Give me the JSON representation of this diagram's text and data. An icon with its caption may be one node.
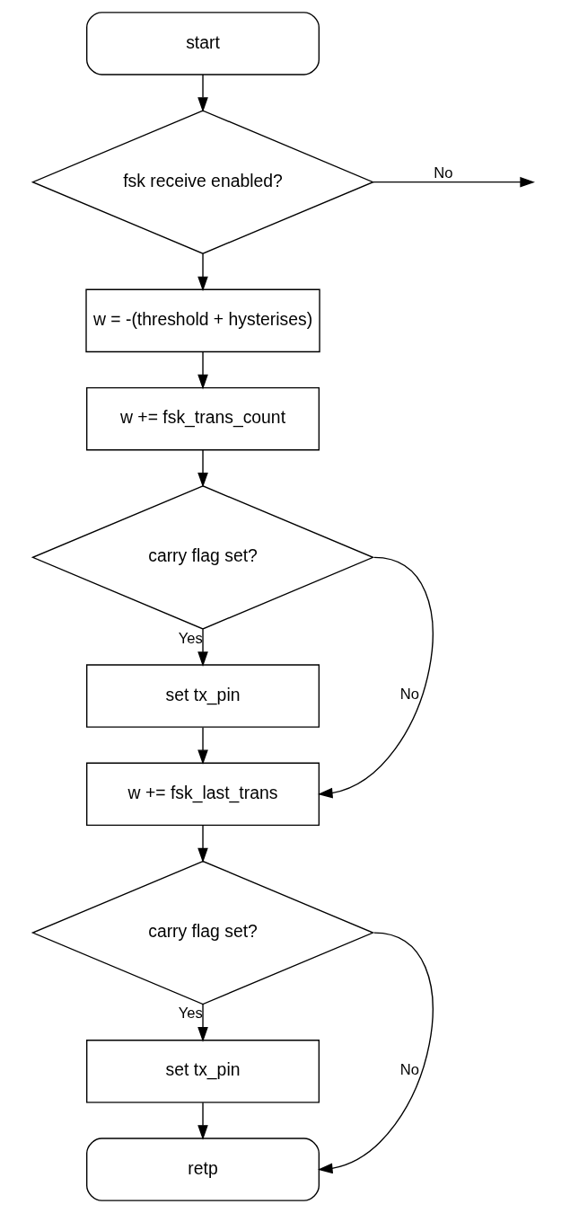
{
  "diagram": {
    "nodes": [
      {
        "text": [
          "start"
        ]
      },
      {
        "text": [
          "fsk receive enabled?"
        ]
      },
      {
        "text": [
          "w = -(threshold + hysterises)"
        ]
      },
      {
        "text": [
          "w += fsk_trans_count"
        ]
      },
      {
        "text": [
          "carry flag set?"
        ]
      },
      {
        "text": [
          "set tx_pin"
        ]
      },
      {
        "text": [
          "w += fsk_last_trans"
        ]
      },
      {
        "text": [
          "carry flag set?"
        ]
      },
      {
        "text": [
          "set tx_pin"
        ]
      },
      {
        "text": [
          "retp"
        ]
      }
    ],
    "edges": [
      {
        "from": 0,
        "to": 1,
        "arrow": "to"
      },
      {
        "from": 1,
        "to": null,
        "arrow": "to",
        "label": "No"
      },
      {
        "from": 1,
        "to": 2,
        "arrow": "to"
      },
      {
        "from": 2,
        "to": 3,
        "arrow": "to"
      },
      {
        "from": 3,
        "to": 4,
        "arrow": "to"
      },
      {
        "from": 4,
        "to": 5,
        "arrow": "to",
        "label": "Yes"
      },
      {
        "from": 4,
        "to": 6,
        "arrow": "to",
        "label": "No"
      },
      {
        "from": 5,
        "to": 6,
        "arrow": "to"
      },
      {
        "from": 6,
        "to": 7,
        "arrow": "to"
      },
      {
        "from": 7,
        "to": 8,
        "arrow": "to",
        "label": "Yes"
      },
      {
        "from": 7,
        "to": 9,
        "arrow": "to",
        "label": "No"
      },
      {
        "from": 8,
        "to": 9,
        "arrow": "to"
      }
    ]
  }
}
